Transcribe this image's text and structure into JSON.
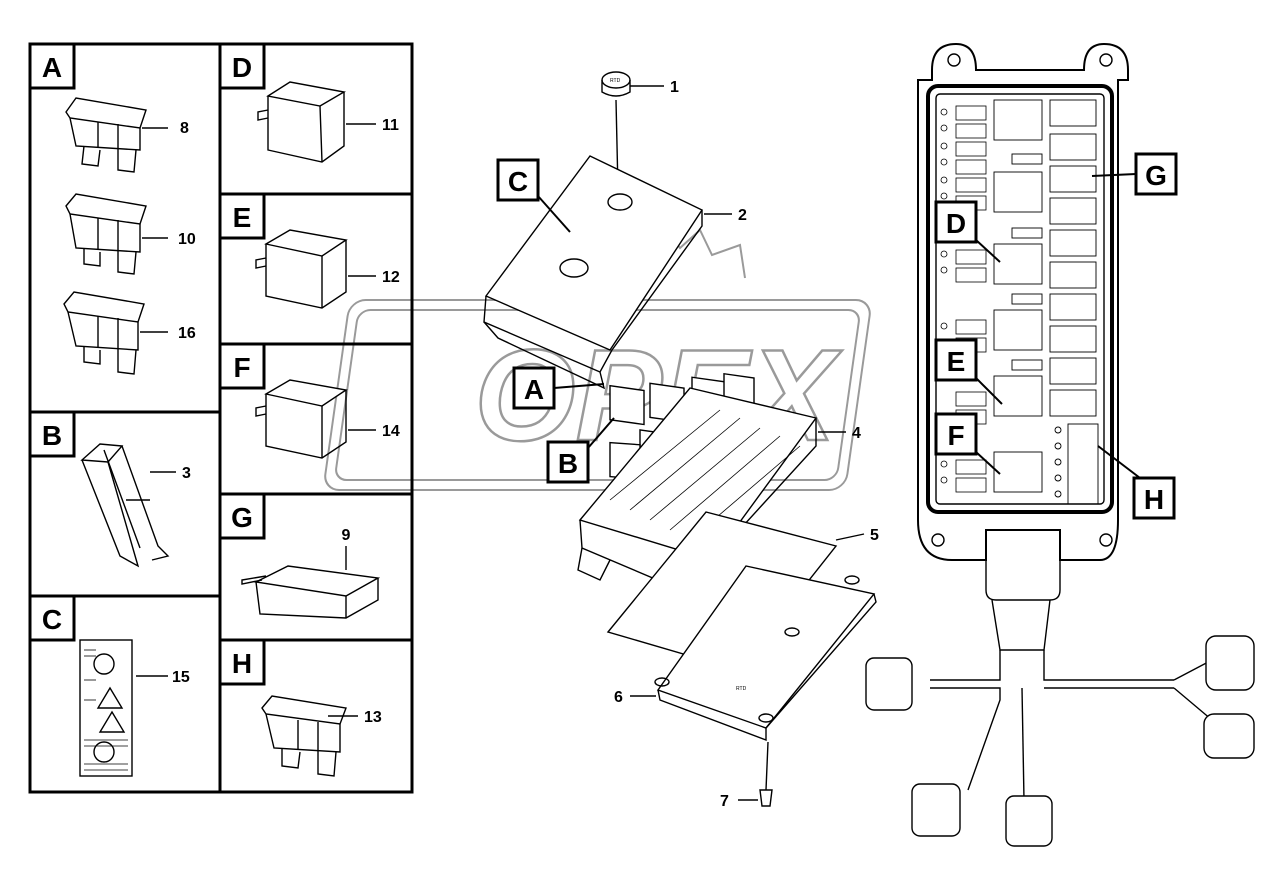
{
  "panels": {
    "A": {
      "letter": "A",
      "parts": [
        "8",
        "10",
        "16"
      ]
    },
    "B": {
      "letter": "B",
      "parts": [
        "3"
      ]
    },
    "C": {
      "letter": "C",
      "parts": [
        "15"
      ]
    },
    "D": {
      "letter": "D",
      "parts": [
        "11"
      ]
    },
    "E": {
      "letter": "E",
      "parts": [
        "12"
      ]
    },
    "F": {
      "letter": "F",
      "parts": [
        "14"
      ]
    },
    "G": {
      "letter": "G",
      "parts": [
        "9"
      ]
    },
    "H": {
      "letter": "H",
      "parts": [
        "13"
      ]
    }
  },
  "assembly": {
    "callouts": [
      "A",
      "B",
      "C"
    ],
    "parts": [
      "1",
      "2",
      "4",
      "5",
      "6",
      "7"
    ],
    "cap_text": "RTD",
    "base_text": "RTD"
  },
  "layout_view": {
    "callouts": [
      "D",
      "E",
      "F",
      "G",
      "H"
    ]
  },
  "watermark": {
    "text": "OPEX"
  }
}
